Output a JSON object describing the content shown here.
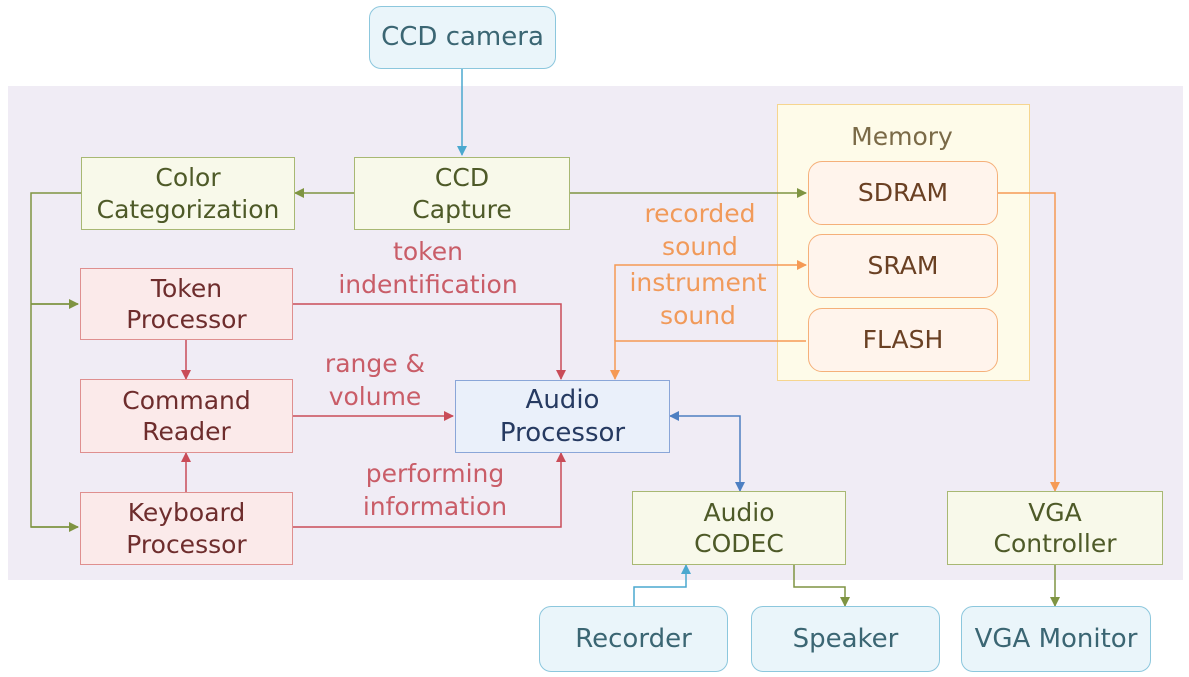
{
  "diagram": {
    "inputs": {
      "ccd_camera": "CCD camera",
      "recorder": "Recorder",
      "speaker": "Speaker",
      "vga_monitor": "VGA Monitor"
    },
    "modules": {
      "color_categorization": [
        "Color",
        "Categorization"
      ],
      "ccd_capture": [
        "CCD",
        "Capture"
      ],
      "token_processor": [
        "Token",
        "Processor"
      ],
      "command_reader": [
        "Command",
        "Reader"
      ],
      "keyboard_processor": [
        "Keyboard",
        "Processor"
      ],
      "audio_processor": [
        "Audio",
        "Processor"
      ],
      "audio_codec": [
        "Audio",
        "CODEC"
      ],
      "vga_controller": [
        "VGA",
        "Controller"
      ]
    },
    "memory": {
      "title": "Memory",
      "sdram": "SDRAM",
      "sram": "SRAM",
      "flash": "FLASH"
    },
    "labels": {
      "token_identification": [
        "token",
        "indentification"
      ],
      "range_volume": [
        "range &",
        "volume"
      ],
      "performing_information": [
        "performing",
        "information"
      ],
      "recorded_sound": [
        "recorded",
        "sound"
      ],
      "instrument_sound": [
        "instrument",
        "sound"
      ]
    },
    "colors": {
      "system_bg": "#f0ecf5",
      "memory_bg": "#fefbe9",
      "green_line": "#7f9442",
      "red_line": "#c94c58",
      "orange_line": "#f59a55",
      "blue_line": "#4d7fc2",
      "cyan_line": "#4aa8cf"
    }
  }
}
